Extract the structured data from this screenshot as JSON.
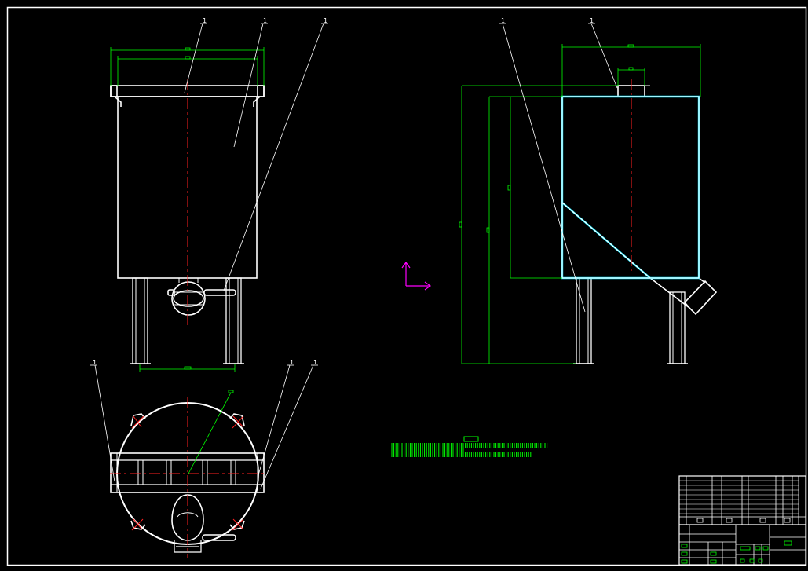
{
  "colors": {
    "background": "#000000",
    "outline": "#ffffff",
    "dimension": "#00ff00",
    "centerline": "#ff2020",
    "highlight": "#00e5ff",
    "ucs": "#ff00ff"
  },
  "leader_numbers": {
    "front_view": [
      "1",
      "1",
      "1"
    ],
    "side_view": [
      "1",
      "1"
    ],
    "top_view": [
      "1",
      "1",
      "1"
    ]
  },
  "icons": {
    "ucs": "ucs-axis-icon"
  }
}
